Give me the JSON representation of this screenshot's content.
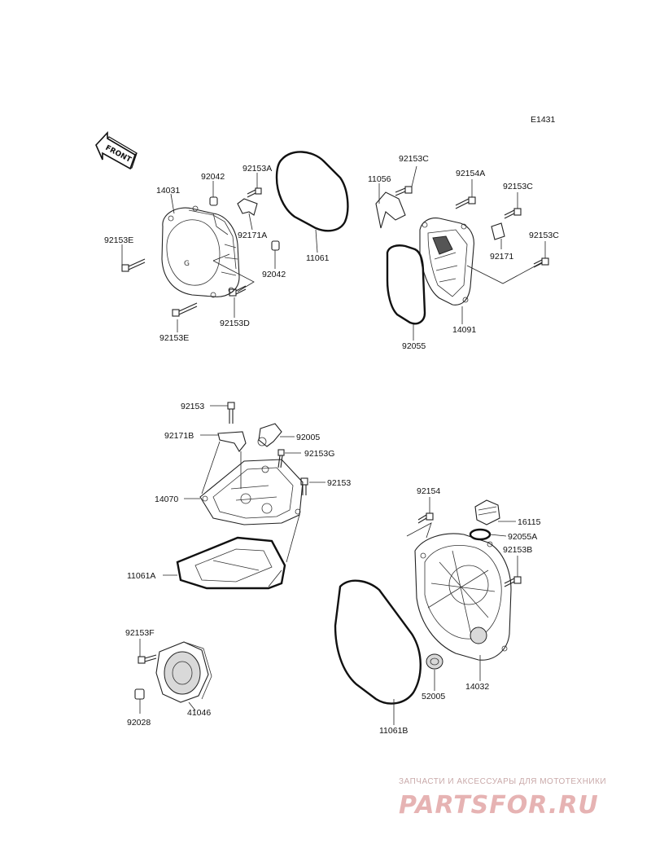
{
  "diagram_code": "E1431",
  "front_label": "FRONT",
  "labels": {
    "p14031": "14031",
    "p92042a": "92042",
    "p92153A": "92153A",
    "p92171A": "92171A",
    "p92153E_left": "92153E",
    "p92153E_bottom": "92153E",
    "p92153D": "92153D",
    "p92042b": "92042",
    "p11061": "11061",
    "p11056": "11056",
    "p92153C_top": "92153C",
    "p92154A": "92154A",
    "p92153C_right": "92153C",
    "p92153C_far": "92153C",
    "p92171": "92171",
    "p14091": "14091",
    "p92055": "92055",
    "p92153_top": "92153",
    "p92171B": "92171B",
    "p92005": "92005",
    "p92153G": "92153G",
    "p92153_mid": "92153",
    "p14070": "14070",
    "p11061A": "11061A",
    "p92154": "92154",
    "p16115": "16115",
    "p92055A": "92055A",
    "p92153B": "92153B",
    "p14032": "14032",
    "p52005": "52005",
    "p11061B": "11061B",
    "p92153F": "92153F",
    "p92028": "92028",
    "p41046": "41046"
  },
  "watermark": {
    "tagline": "ЗАПЧАСТИ И АКСЕССУАРЫ ДЛЯ МОТОТЕХНИКИ",
    "logo": "PARTSFOR.RU"
  }
}
